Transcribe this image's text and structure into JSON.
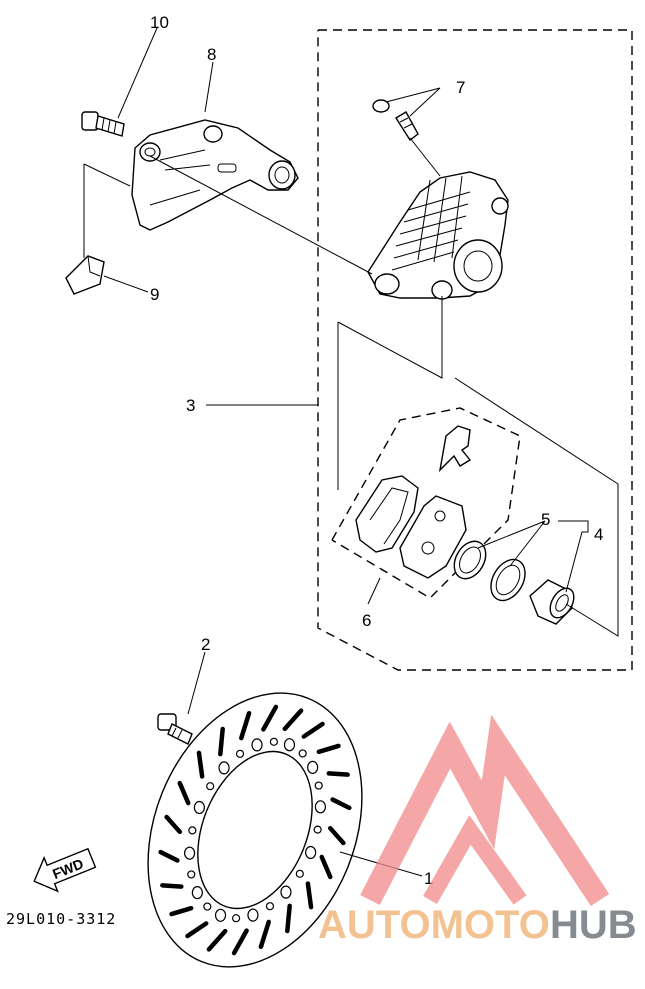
{
  "diagram": {
    "callouts": {
      "c1": "1",
      "c2": "2",
      "c3": "3",
      "c4": "4",
      "c5": "5",
      "c6": "6",
      "c7": "7",
      "c8": "8",
      "c9": "9",
      "c10": "10"
    },
    "part_code": "29L010-3312",
    "fwd_label": "FWD"
  },
  "watermark": {
    "text_a": "AUTOMOTO",
    "text_b": "HUB",
    "color_a": "#f2b880",
    "color_b": "#7a7f86",
    "logo_color": "#f28a8a"
  }
}
